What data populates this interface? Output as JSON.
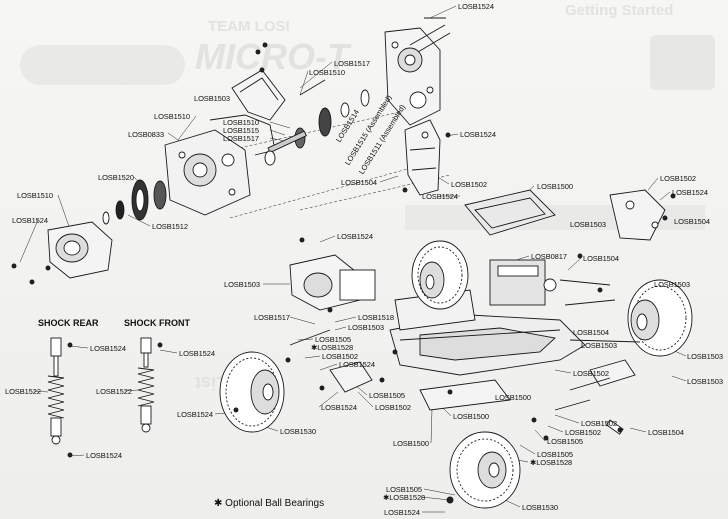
{
  "background_text": {
    "getting_started": "Getting Started",
    "team_losi": "TEAM LOSI",
    "micro_t": "MICRO-T",
    "price_list": "Price List"
  },
  "headings": {
    "shock_rear": "SHOCK REAR",
    "shock_front": "SHOCK FRONT"
  },
  "footnote": "Optional Ball Bearings",
  "footnote_marker": "✱",
  "parts": {
    "losb1524": "LOSB1524",
    "losb1517": "LOSB1517",
    "losb1510": "LOSB1510",
    "losb1503": "LOSB1503",
    "losb1514": "LOSB1514",
    "losb1515": "LOSB1515",
    "losb0833": "LOSB0833",
    "losb1520": "LOSB1520",
    "losb1512": "LOSB1512",
    "losb1504": "LOSB1504",
    "losb1502": "LOSB1502",
    "losb1500": "LOSB1500",
    "losb0817": "LOSB0817",
    "losb1518": "LOSB1518",
    "losb1505": "LOSB1505",
    "losb1528": "LOSB1528",
    "losb1522": "LOSB1522",
    "losb1530": "LOSB1530",
    "losb1515_assembled": "LOSB1515 (Assembled)",
    "losb1511_assembled": "LOSB1511 (Assembled)"
  }
}
